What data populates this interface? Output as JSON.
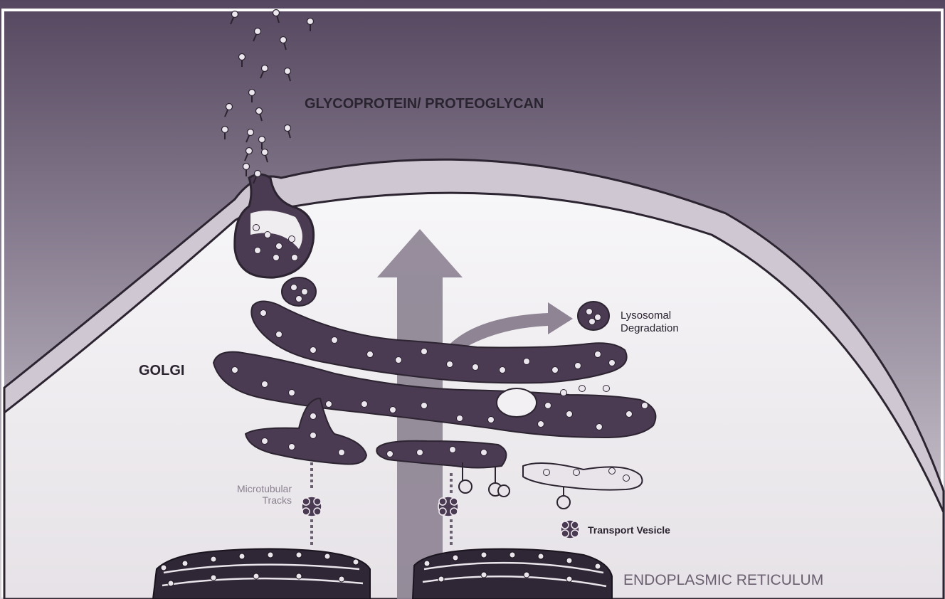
{
  "labels": {
    "glycoprotein": "GLYCOPROTEIN/ PROTEOGLYCAN",
    "golgi": "GOLGI",
    "lysosomal_line1": "Lysosomal",
    "lysosomal_line2": "Degradation",
    "microtubular_line1": "Microtubular",
    "microtubular_line2": "Tracks",
    "transport_vesicle": "Transport Vesicle",
    "endoplasmic_reticulum": "ENDOPLASMIC RETICULUM"
  },
  "colors": {
    "background_top": "#5b4d66",
    "background_bottom": "#d8d2d8",
    "cytoplasm": "#f2f0f3",
    "membrane": "#cfc8d2",
    "organelle": "#4a3a52",
    "arrow": "#8e8494",
    "glycan": "#ece6ee",
    "label_dark": "#2a2430",
    "label_muted": "#8a8090"
  }
}
